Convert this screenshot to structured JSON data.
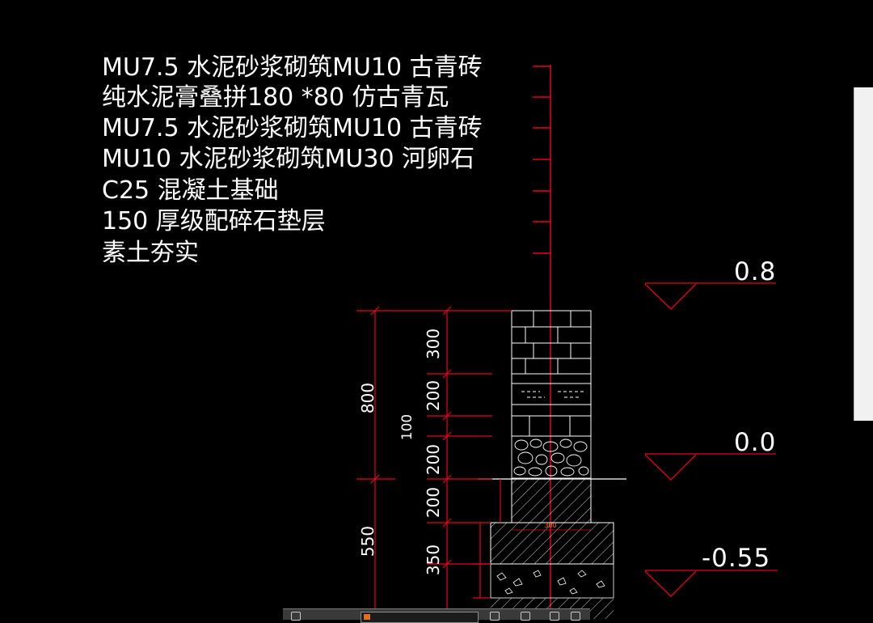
{
  "notes": [
    "MU7.5 水泥砂浆砌筑MU10 古青砖",
    "纯水泥膏叠拼180 *80 仿古青瓦",
    "MU7.5 水泥砂浆砌筑MU10 古青砖",
    "MU10 水泥砂浆砌筑MU30 河卵石",
    "C25 混凝土基础",
    "150 厚级配碎石垫层",
    "素土夯实"
  ],
  "levels": {
    "top": "0.8",
    "mid": "0.0",
    "bottom": "-0.55"
  },
  "dimensions": {
    "total_upper": "800",
    "total_lower": "550",
    "seg_300": "300",
    "seg_200a": "200",
    "seg_100": "100",
    "seg_200b": "200",
    "seg_200c": "200",
    "seg_350": "350",
    "width_label": "300"
  },
  "colors": {
    "background": "#000000",
    "lines": "#e8001c",
    "text": "#ffffff",
    "structure": "#ffffff"
  }
}
